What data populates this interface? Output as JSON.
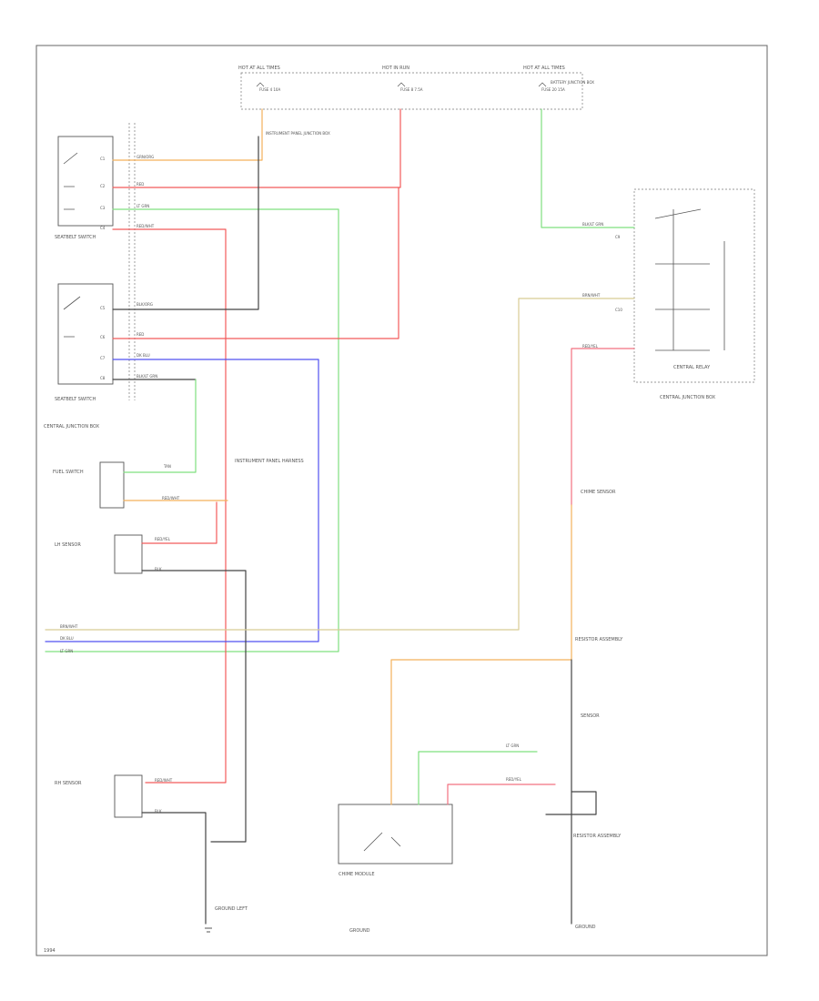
{
  "components": {
    "hot_at_all_times_left": "HOT AT ALL TIMES",
    "hot_in_run": "HOT IN RUN",
    "hot_at_all_times_right": "HOT AT ALL TIMES",
    "fuse_left": "FUSE 4 10A",
    "fuse_mid": "FUSE 8 7.5A",
    "fuse_right": "FUSE 20 15A",
    "battery_junction_box": "BATTERY JUNCTION BOX",
    "instrument_panel_junction_box": "INSTRUMENT PANEL JUNCTION BOX",
    "switch_upper": "SEATBELT SWITCH",
    "switch_lower": "SEATBELT SWITCH",
    "central_junction_box_left": "CENTRAL JUNCTION BOX",
    "fuel_switch": "FUEL SWITCH",
    "lh_sensor_upper": "LH SENSOR",
    "rh_sensor_lower": "RH SENSOR",
    "instrument_harness": "INSTRUMENT PANEL HARNESS",
    "ground_left": "GROUND LEFT",
    "chime_module": "CHIME MODULE",
    "ground_center": "GROUND",
    "central_relay": "CENTRAL RELAY",
    "central_junction_box_right": "CENTRAL JUNCTION BOX",
    "chime_sensor": "CHIME SENSOR",
    "resistor_upper": "RESISTOR ASSEMBLY",
    "resistor_lower": "RESISTOR ASSEMBLY",
    "sensor_lower": "SENSOR",
    "ground_right": "GROUND",
    "footer": "1994"
  },
  "wire_labels": {
    "w1": "GRN/ORG",
    "w2": "RED",
    "w3": "LT GRN",
    "w4": "RED/WHT",
    "w5": "BLK/ORG",
    "w6": "RED",
    "w7": "DK BLU",
    "w8": "BLK/LT GRN",
    "w9": "TAN",
    "w10": "RED/WHT",
    "w11": "RED/YEL",
    "w12": "BLK",
    "w13": "BRN/WHT",
    "w14": "DK BLU",
    "w15": "LT GRN",
    "w16": "RED/WHT",
    "w17": "BLK",
    "w18": "BLK/LT GRN",
    "w19": "BRN/WHT",
    "w20": "RED/YEL",
    "w21": "LT GRN",
    "w22": "RED/YEL"
  },
  "pins": {
    "p1": "C1",
    "p2": "C2",
    "p3": "C3",
    "p4": "C4",
    "p5": "C5",
    "p6": "C6",
    "p7": "C7",
    "p8": "C8",
    "p9": "C9",
    "p10": "C10"
  },
  "colors": {
    "orange": "#f4b15a",
    "red": "#f25a5a",
    "green": "#7fe07f",
    "blue": "#5050f0",
    "tan": "#d8cc94",
    "black": "#444444",
    "pink": "#f27080"
  }
}
